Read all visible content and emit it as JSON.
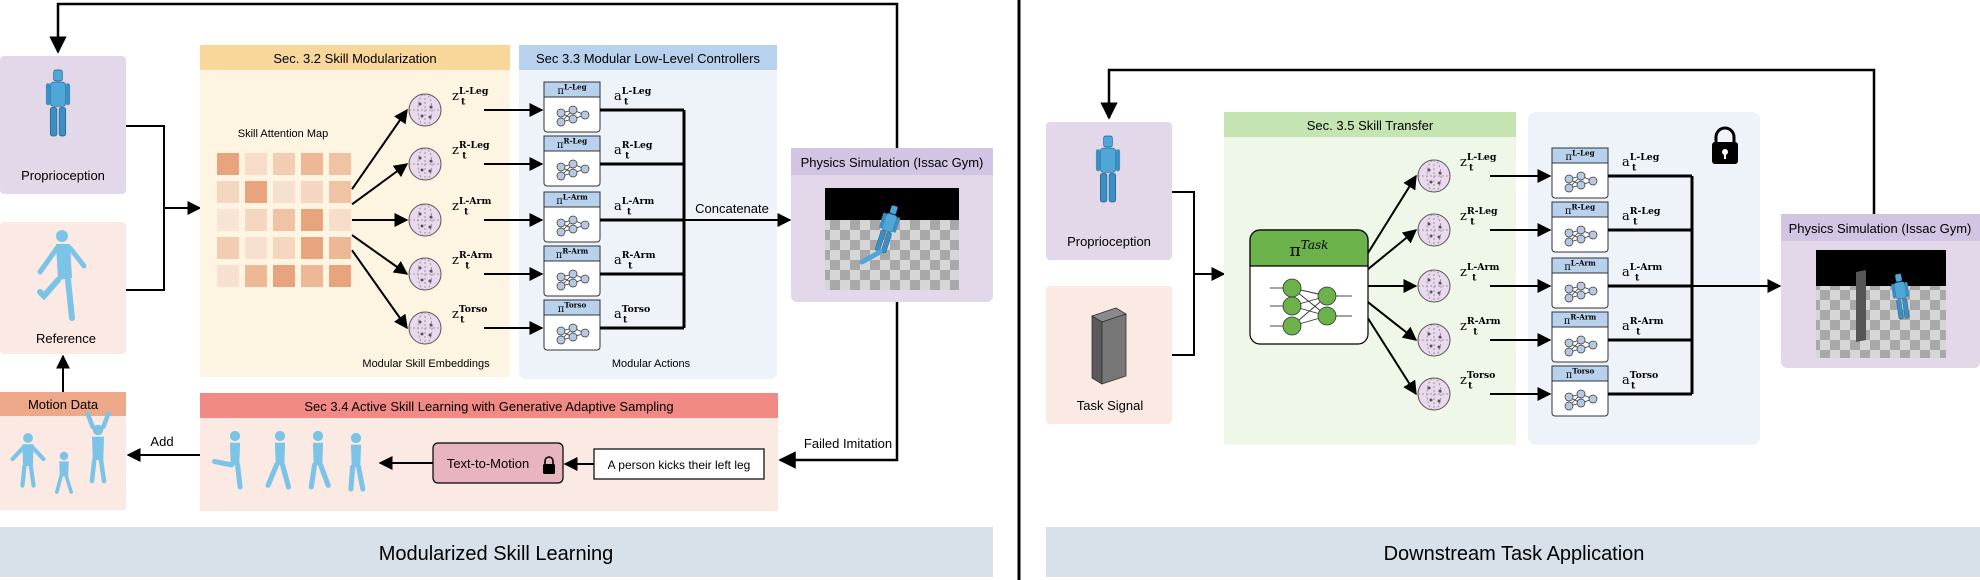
{
  "left": {
    "footer": "Modularized Skill Learning",
    "inputs": {
      "proprioception": "Proprioception",
      "reference": "Reference"
    },
    "modularization": {
      "header": "Sec. 3.2 Skill Modularization",
      "attention_map_label": "Skill Attention Map",
      "embeddings_label": "Modular Skill Embeddings",
      "embeddings": [
        "z_t^{L-Leg}",
        "z_t^{R-Leg}",
        "z_t^{L-Arm}",
        "z_t^{R-Arm}",
        "z_t^{Torso}"
      ]
    },
    "controllers": {
      "header": "Sec 3.3 Modular Low-Level Controllers",
      "policies": [
        "π^{L-Leg}",
        "π^{R-Leg}",
        "π^{L-Arm}",
        "π^{R-Arm}",
        "π^{Torso}"
      ],
      "actions": [
        "a_t^{L-Leg}",
        "a_t^{R-Leg}",
        "a_t^{L-Arm}",
        "a_t^{R-Arm}",
        "a_t^{Torso}"
      ],
      "actions_label": "Modular Actions",
      "concat_label": "Concatenate"
    },
    "physics": {
      "header": "Physics Simulation (Issac Gym)"
    },
    "active": {
      "header": "Sec 3.4 Active Skill Learning with Generative Adaptive Sampling",
      "text_to_motion": "Text-to-Motion",
      "prompt": "A person kicks their left leg",
      "failed_label": "Failed Imitation",
      "add_label": "Add"
    },
    "motion_data": {
      "header": "Motion Data"
    }
  },
  "right": {
    "footer": "Downstream Task Application",
    "inputs": {
      "proprioception": "Proprioception",
      "task_signal": "Task Signal"
    },
    "transfer": {
      "header": "Sec. 3.5 Skill Transfer",
      "task_policy": "π^{Task}"
    },
    "embeddings": [
      "z_t^{L-Leg}",
      "z_t^{R-Leg}",
      "z_t^{L-Arm}",
      "z_t^{R-Arm}",
      "z_t^{Torso}"
    ],
    "policies": [
      "π^{L-Leg}",
      "π^{R-Leg}",
      "π^{L-Arm}",
      "π^{R-Arm}",
      "π^{Torso}"
    ],
    "actions": [
      "a_t^{L-Leg}",
      "a_t^{R-Leg}",
      "a_t^{L-Arm}",
      "a_t^{R-Arm}",
      "a_t^{Torso}"
    ],
    "physics": {
      "header": "Physics Simulation (Issac Gym)"
    }
  },
  "attention_shades": [
    [
      "#e8a57d",
      "#f7ddca",
      "#f3cdb3",
      "#ecb895",
      "#f0c3a4"
    ],
    [
      "#f5d6c0",
      "#e8a57d",
      "#f7e0d0",
      "#f5d6c0",
      "#f0c3a4"
    ],
    [
      "#f8e3d5",
      "#f5d6c0",
      "#f0c3a4",
      "#e8a57d",
      "#f7ddca"
    ],
    [
      "#f3cdb3",
      "#f7e0d0",
      "#f5d6c0",
      "#e8a57d",
      "#ecb895"
    ],
    [
      "#f7e0d0",
      "#ecb895",
      "#e8a57d",
      "#ecb895",
      "#e8a57d"
    ]
  ],
  "colors": {
    "proprio_bg": "#e2d8ea",
    "reference_bg": "#fbe9e3",
    "modular_bg": "#fdf4e2",
    "modular_header": "#f9d79a",
    "controller_bg": "#eef3fa",
    "controller_header": "#b8d1ec",
    "physics_bg": "#e2d8ea",
    "physics_header": "#d2c4e3",
    "active_bg": "#fbe9e3",
    "active_header": "#f18a84",
    "motion_header": "#eca888",
    "footer_bg": "#d8e0ea",
    "transfer_bg": "#eef7e8",
    "transfer_header": "#c4e4b2",
    "task_green": "#6cb24b",
    "embed_fill": "#ead8ee",
    "policy_header": "#b8d1ec",
    "figure_blue": "#4fa7d8"
  }
}
